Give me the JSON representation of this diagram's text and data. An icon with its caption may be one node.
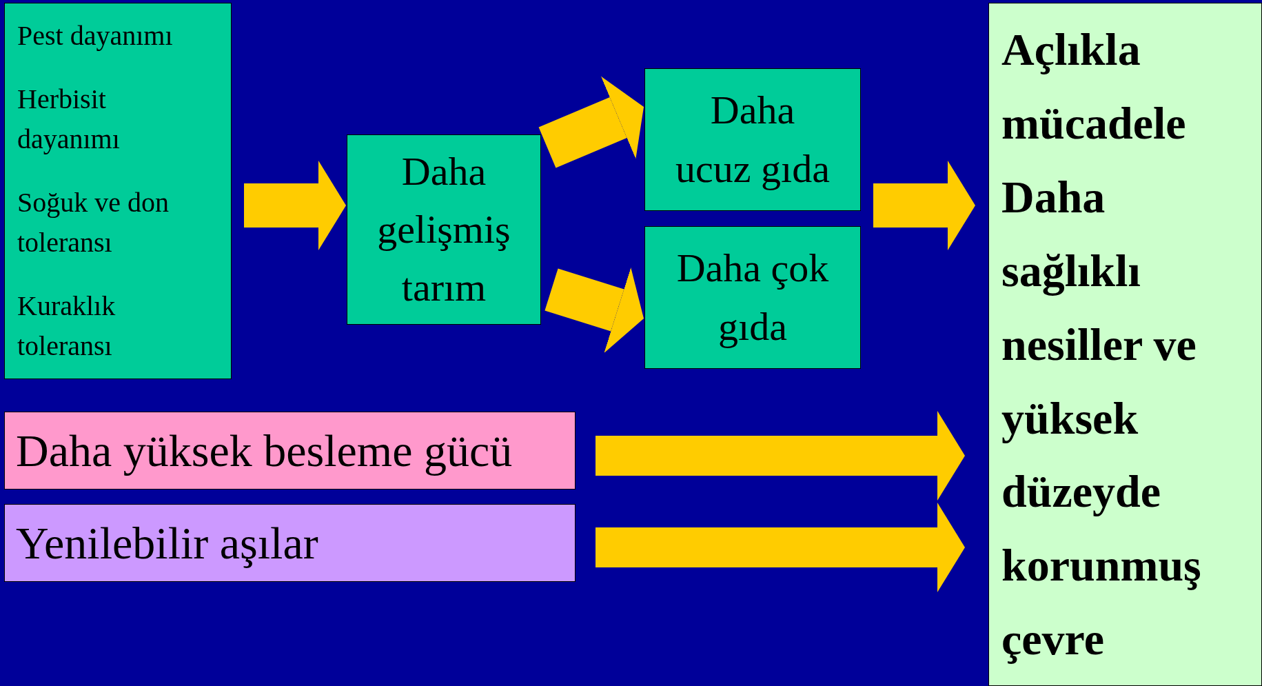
{
  "diagram": {
    "nodes": [
      {
        "text": [
          "Pest dayanımı",
          "Herbisit dayanımı",
          "Soğuk ve don toleransı",
          "Kuraklık toleransı"
        ]
      },
      {
        "text": [
          "Daha gelişmiş tarım"
        ]
      },
      {
        "text": [
          "Daha ucuz gıda"
        ]
      },
      {
        "text": [
          "Daha çok gıda"
        ]
      },
      {
        "text": [
          "Açlıkla mücadele",
          "Daha sağlıklı nesiller ve yüksek düzeyde korunmuş çevre"
        ]
      },
      {
        "text": [
          "Daha yüksek besleme gücü"
        ]
      },
      {
        "text": [
          "Yenilebilir aşılar"
        ]
      }
    ],
    "edges": [
      {
        "from": 0,
        "to": 1,
        "arrow": "to"
      },
      {
        "from": 1,
        "to": 2,
        "arrow": "to"
      },
      {
        "from": 1,
        "to": 3,
        "arrow": "to"
      },
      {
        "from": 2,
        "to": 4,
        "arrow": "to"
      },
      {
        "from": 5,
        "to": 4,
        "arrow": "to"
      },
      {
        "from": 6,
        "to": 4,
        "arrow": "to"
      }
    ]
  }
}
